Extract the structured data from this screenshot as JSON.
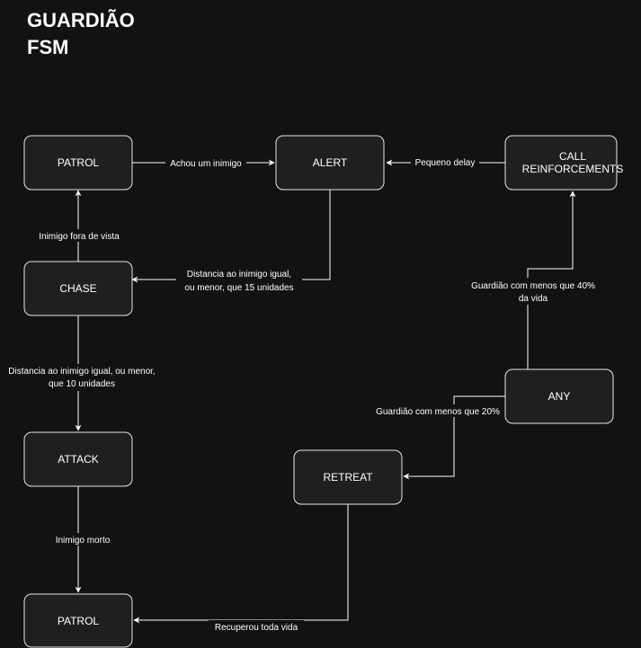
{
  "title_line1": "GUARDIÃO",
  "title_line2": "FSM",
  "colors": {
    "background": "#121212",
    "node_fill": "#1f1f1f",
    "node_stroke": "#e6e6e6",
    "edge": "#ffffff",
    "text": "#ffffff"
  },
  "states": {
    "patrol_top": "PATROL",
    "alert": "ALERT",
    "call_reinforcements_1": "CALL",
    "call_reinforcements_2": "REINFORCEMENTS",
    "chase": "CHASE",
    "any": "ANY",
    "attack": "ATTACK",
    "retreat": "RETREAT",
    "patrol_bottom": "PATROL"
  },
  "transitions": {
    "patrol_to_alert": "Achou um inimigo",
    "reinforcements_to_alert": "Pequeno delay",
    "chase_to_patrol": "Inimigo fora de vista",
    "alert_to_chase_1": "Distancia ao inimigo igual,",
    "alert_to_chase_2": "ou menor, que 15 unidades",
    "any_to_reinforcements_1": "Guardião com menos que 40%",
    "any_to_reinforcements_2": "da vida",
    "chase_to_attack_1": "Distancia ao inimigo igual, ou menor,",
    "chase_to_attack_2": "que 10 unidades",
    "any_to_retreat": "Guardião com menos que 20%",
    "attack_to_patrol": "Inimigo morto",
    "retreat_to_patrol": "Recuperou toda vida"
  }
}
